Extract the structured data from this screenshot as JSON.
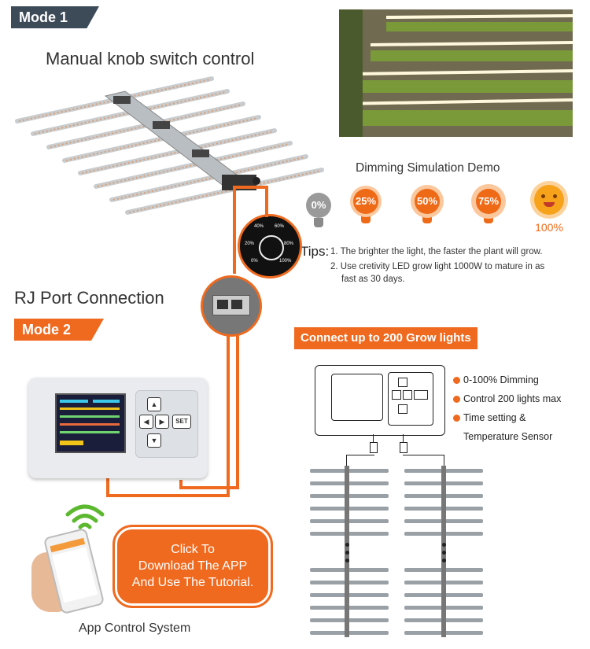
{
  "mode1": {
    "tag": "Mode 1",
    "title": "Manual knob switch control",
    "knob_labels": [
      "40%",
      "60%",
      "20%",
      "80%",
      "0%",
      "100%"
    ]
  },
  "dimming": {
    "title": "Dimming Simulation Demo",
    "levels": [
      "0%",
      "25%",
      "50%",
      "75%",
      "100%"
    ],
    "tips_label": "Tips:",
    "tips": [
      "1. The brighter the light, the faster the plant will grow.",
      "2. Use cretivity LED grow light 1000W to mature in as",
      "fast as 30 days."
    ]
  },
  "rj": {
    "title": "RJ Port Connection"
  },
  "mode2": {
    "tag": "Mode 2"
  },
  "controller": {
    "set_label": "SET"
  },
  "connect": {
    "title": "Connect up to 200 Grow lights",
    "features": [
      "0-100% Dimming",
      "Control 200 lights max",
      "Time setting &",
      "Temperature Sensor"
    ]
  },
  "app": {
    "button_lines": [
      "Click To",
      "Download The APP",
      "And Use The Tutorial."
    ],
    "caption": "App Control System"
  },
  "colors": {
    "accent": "#ef6a1f",
    "dark_tag": "#3d4a58"
  }
}
